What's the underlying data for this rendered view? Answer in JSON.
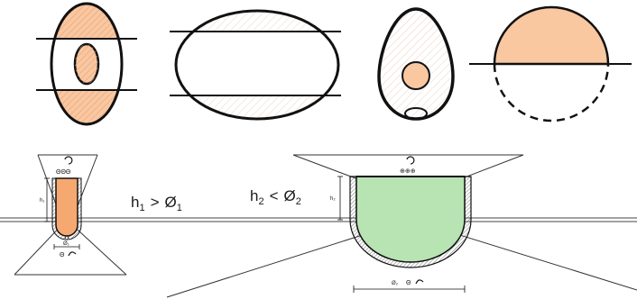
{
  "colors": {
    "orange_fill": "#f9c7a0",
    "green_fill": "#b7e4b2",
    "stroke": "#111111",
    "hatch": "#e8a17a",
    "hatch_pale": "#e9d3bf"
  },
  "relations": {
    "left": {
      "lhs": "h",
      "lhs_sub": "1",
      "op": ">",
      "rhs": "Ø",
      "rhs_sub": "1"
    },
    "right": {
      "lhs": "h",
      "lhs_sub": "2",
      "op": "<",
      "rhs": "Ø",
      "rhs_sub": "2"
    }
  },
  "small_labels": {
    "h1": "h₁",
    "d1": "Ø₁",
    "h2": "h₂",
    "d2": "Ø₂",
    "theta": "Θ",
    "triple_theta": "ΘΘΘ",
    "triple_circ": "⊕⊕⊕"
  },
  "icons": [
    "rotation-arrow-icon",
    "rotation-arrow-icon"
  ]
}
